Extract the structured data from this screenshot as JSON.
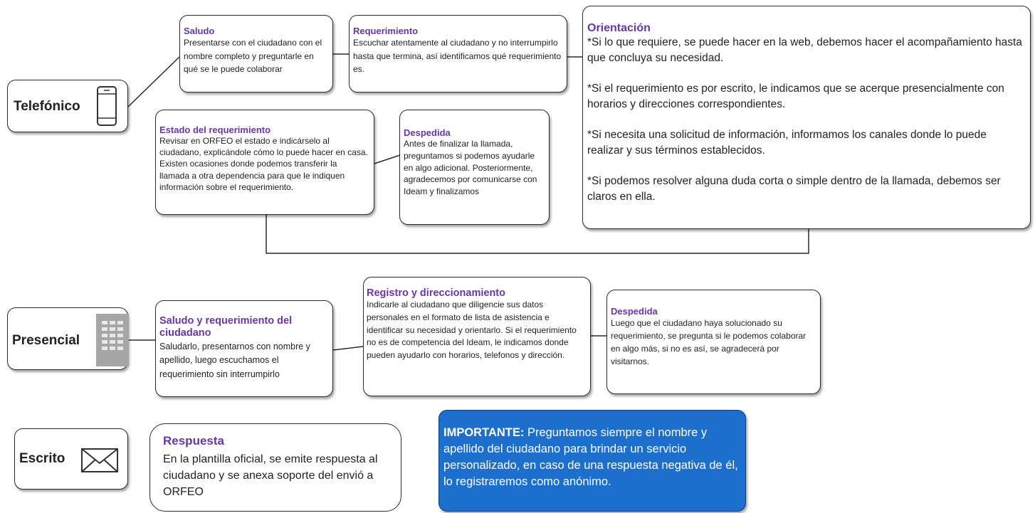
{
  "telefonico": {
    "label": "Telefónico",
    "saludo": {
      "title": "Saludo",
      "text": "Presentarse con el ciudadano con el nombre completo y preguntarle en qué se le puede colaborar"
    },
    "requerimiento": {
      "title": "Requerimiento",
      "text": "Escuchar atentamente al ciudadano y no interrumpirlo hasta que termina, así identificamos qué requerimiento es."
    },
    "orientacion": {
      "title": "Orientación",
      "p1": "*Si lo que requiere, se puede hacer en la web, debemos hacer el acompañamiento hasta que concluya su necesidad.",
      "p2": "*Si el requerimiento es por escrito, le indicamos que se acerque presencialmente con horarios y direcciones correspondientes.",
      "p3": "*Si necesita una solicitud de información, informamos los canales donde lo puede realizar y sus términos establecidos.",
      "p4": "*Si podemos resolver alguna duda corta o simple dentro de la llamada, debemos ser claros en ella."
    },
    "estado": {
      "title": "Estado del requerimiento",
      "text": "Revisar en ORFEO el estado e indicárselo al ciudadano, explicándole cómo lo puede hacer en casa. Existen ocasiones donde podemos transferir la llamada a otra dependencia para que le indiquen información sobre el requerimiento."
    },
    "despedida": {
      "title": "Despedida",
      "text": "Antes de finalizar la llamada, preguntamos si podemos ayudarle en algo adicional. Posteriormente, agradecemos por comunicarse con Ideam y finalizamos"
    }
  },
  "presencial": {
    "label": "Presencial",
    "saludo": {
      "title": "Saludo y requerimiento del ciudadano",
      "text": "Saludarlo, presentarnos con nombre y apellido, luego escuchamos el requerimiento sin interrumpirlo"
    },
    "registro": {
      "title": "Registro y direccionamiento",
      "text": "Indicarle al ciudadano que diligencie sus datos personales en el formato de lista de asistencia e identificar su necesidad y orientarlo. Si el requerimiento no es de competencia del Ideam, le indicamos donde pueden ayudarlo con horarios, telefonos y dirección."
    },
    "despedida": {
      "title": "Despedida",
      "text": "Luego que el ciudadano haya solucionado su requerimiento, se pregunta si le podemos colaborar en algo más, si no es así, se agradecerá por visitarnos."
    }
  },
  "escrito": {
    "label": "Escrito",
    "respuesta": {
      "title": "Respuesta",
      "text": "En la plantilla oficial, se emite respuesta al ciudadano y se anexa soporte del envió a ORFEO"
    }
  },
  "importante": {
    "label": "IMPORTANTE:",
    "text": " Preguntamos siempre el nombre y apellido del ciudadano para brindar un servicio personalizado, en caso de una respuesta negativa de él, lo registraremos como anónimo."
  },
  "icons": [
    "phone-icon",
    "building-icon",
    "envelope-icon"
  ],
  "colors": {
    "title": "#6a35a8",
    "important_bg": "#1d6fce"
  }
}
